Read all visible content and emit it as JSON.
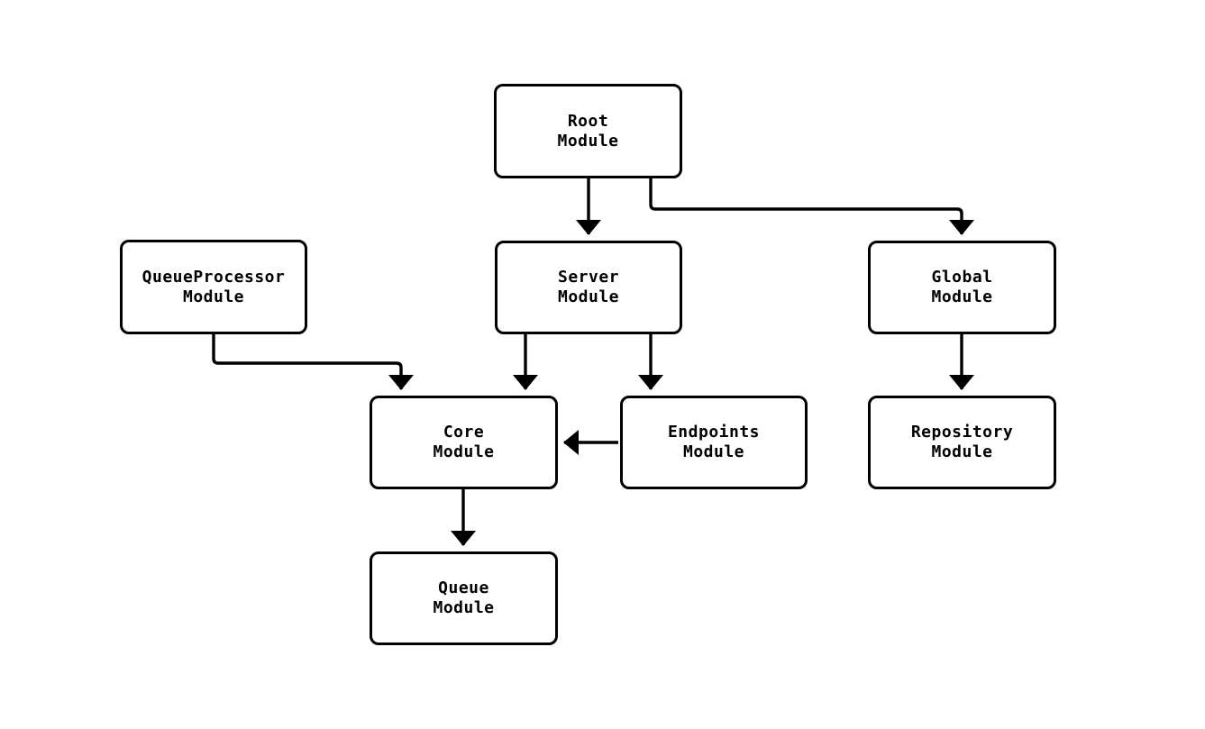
{
  "diagram": {
    "type": "flowchart",
    "background_color": "#ffffff",
    "node_fill_color": "#ffffff",
    "node_border_color": "#000000",
    "edge_color": "#000000",
    "text_color": "#000000",
    "nodes": {
      "root": {
        "line1": "Root",
        "line2": "Module"
      },
      "queueProcessor": {
        "line1": "QueueProcessor",
        "line2": "Module"
      },
      "server": {
        "line1": "Server",
        "line2": "Module"
      },
      "global": {
        "line1": "Global",
        "line2": "Module"
      },
      "core": {
        "line1": "Core",
        "line2": "Module"
      },
      "endpoints": {
        "line1": "Endpoints",
        "line2": "Module"
      },
      "repository": {
        "line1": "Repository",
        "line2": "Module"
      },
      "queue": {
        "line1": "Queue",
        "line2": "Module"
      }
    },
    "edges": [
      {
        "from": "Root Module",
        "to": "Server Module"
      },
      {
        "from": "Root Module",
        "to": "Global Module"
      },
      {
        "from": "QueueProcessor Module",
        "to": "Core Module"
      },
      {
        "from": "Server Module",
        "to": "Core Module"
      },
      {
        "from": "Server Module",
        "to": "Endpoints Module"
      },
      {
        "from": "Global Module",
        "to": "Repository Module"
      },
      {
        "from": "Endpoints Module",
        "to": "Core Module"
      },
      {
        "from": "Core Module",
        "to": "Queue Module"
      }
    ]
  }
}
